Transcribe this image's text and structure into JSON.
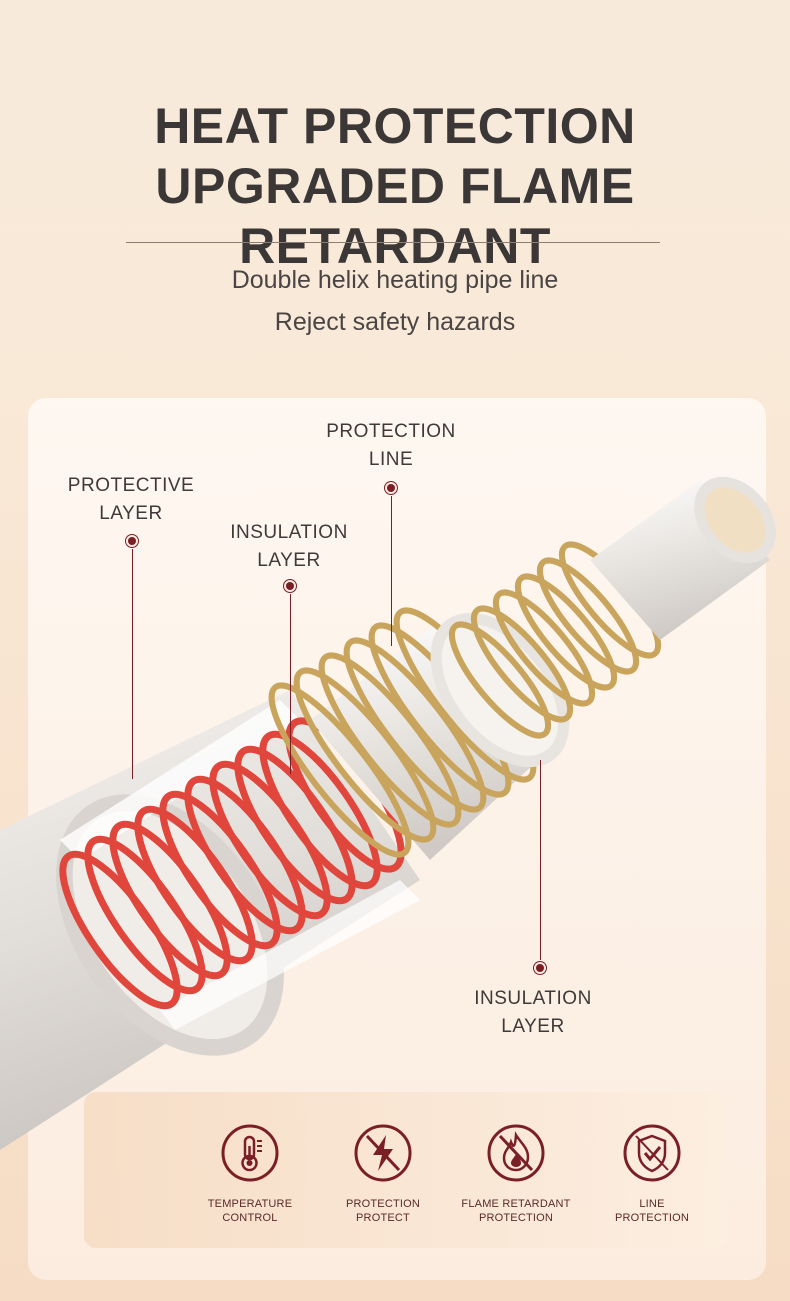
{
  "headline": {
    "line1": "HEAT PROTECTION",
    "line2": "UPGRADED FLAME RETARDANT"
  },
  "subhead": {
    "line1": "Double helix heating pipe line",
    "line2": "Reject safety hazards"
  },
  "callouts": {
    "protection_line": [
      "PROTECTION",
      "LINE"
    ],
    "protective_layer": [
      "PROTECTIVE",
      "LAYER"
    ],
    "insulation_layer_top": [
      "INSULATION",
      "LAYER"
    ],
    "insulation_layer_bottom": [
      "INSULATION",
      "LAYER"
    ]
  },
  "features": [
    {
      "icon": "thermometer-icon",
      "line1": "TEMPERATURE",
      "line2": "CONTROL"
    },
    {
      "icon": "no-lightning-icon",
      "line1": "PROTECTION",
      "line2": "PROTECT"
    },
    {
      "icon": "no-flame-icon",
      "line1": "FLAME RETARDANT",
      "line2": "PROTECTION"
    },
    {
      "icon": "shield-check-icon",
      "line1": "LINE",
      "line2": "PROTECTION"
    }
  ],
  "colors": {
    "accent": "#7a1f25",
    "text": "#3b3736",
    "red_wire": "#e0463c",
    "gold_wire": "#c9a45c"
  }
}
